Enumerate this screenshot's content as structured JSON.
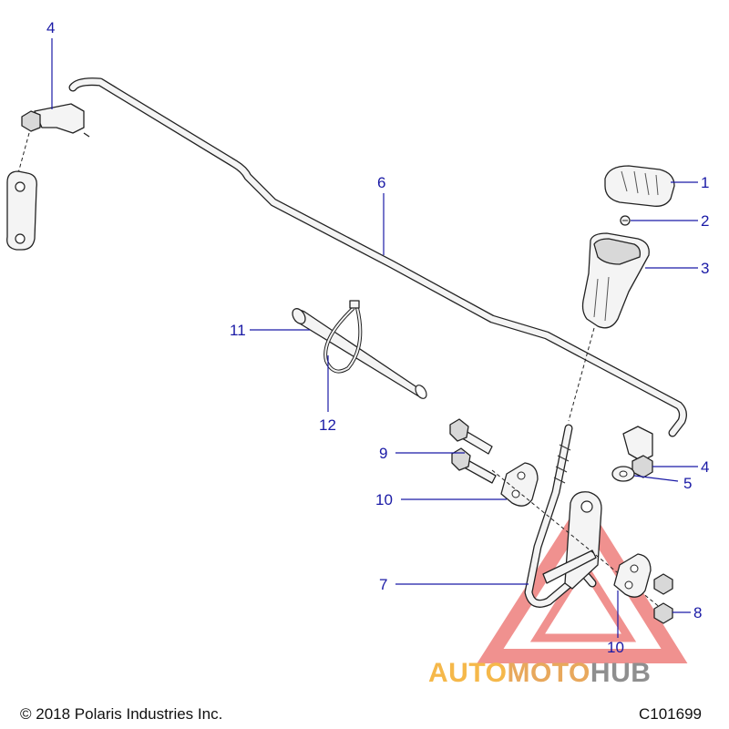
{
  "callouts": {
    "c1": "1",
    "c2": "2",
    "c3": "3",
    "c4_top": "4",
    "c4_right": "4",
    "c5": "5",
    "c6": "6",
    "c7": "7",
    "c8": "8",
    "c9": "9",
    "c10_left": "10",
    "c10_bottom": "10",
    "c11": "11",
    "c12": "12"
  },
  "footer": {
    "copyright": "© 2018 Polaris Industries Inc.",
    "diagram_code": "C101699"
  },
  "watermark": {
    "part1": "AUTO",
    "part2": "MOTO",
    "part3": "HUB"
  },
  "colors": {
    "callout": "#1a1aa6",
    "watermark_triangle": "#e53935",
    "watermark_auto": "#f5b84a",
    "watermark_hub": "#8f8f8f"
  }
}
